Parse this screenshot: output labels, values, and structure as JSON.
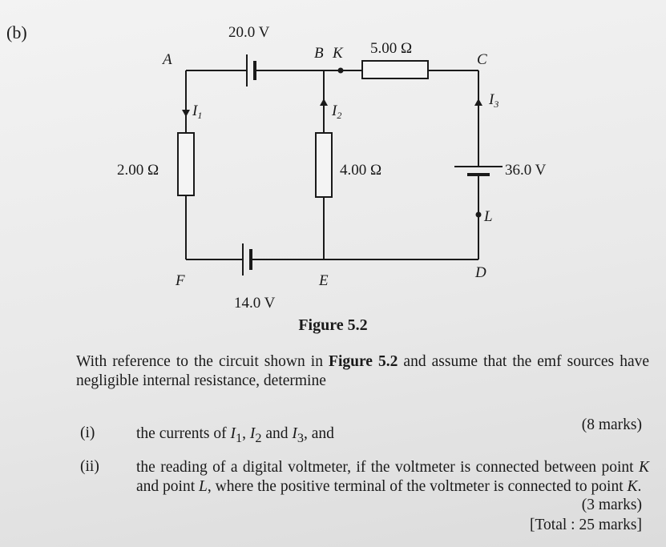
{
  "part_label": "(b)",
  "figure": {
    "caption": "Figure 5.2",
    "components": {
      "battery_top": "20.0 V",
      "battery_bottom": "14.0 V",
      "battery_right": "36.0 V",
      "resistor_top": "5.00 Ω",
      "resistor_left": "2.00 Ω",
      "resistor_middle": "4.00 Ω"
    },
    "nodes": {
      "A": "A",
      "B": "B",
      "K": "K",
      "C": "C",
      "D": "D",
      "E": "E",
      "F": "F",
      "L": "L"
    },
    "currents": {
      "I1": "I",
      "I1_sub": "1",
      "I2": "I",
      "I2_sub": "2",
      "I3": "I",
      "I3_sub": "3"
    }
  },
  "question": {
    "intro_pre": "With reference to the circuit shown in ",
    "intro_bold": "Figure 5.2",
    "intro_post": " and assume that the emf sources have negligible internal resistance, determine",
    "item_i": {
      "num": "(i)",
      "text_pre": "the currents of ",
      "v1": "I",
      "s1": "1",
      "sep1": ", ",
      "v2": "I",
      "s2": "2",
      "sep2": " and ",
      "v3": "I",
      "s3": "3",
      "text_post": ", and",
      "marks": "(8 marks)"
    },
    "item_ii": {
      "num": "(ii)",
      "text_pre": "the reading of a digital voltmeter, if the voltmeter is connected between point ",
      "k1": "K",
      "mid1": " and point ",
      "l1": "L",
      "mid2": ", where the positive terminal of the voltmeter is connected to point ",
      "k2": "K",
      "end": ".",
      "marks": "(3 marks)"
    },
    "total": "[Total : 25 marks]"
  }
}
